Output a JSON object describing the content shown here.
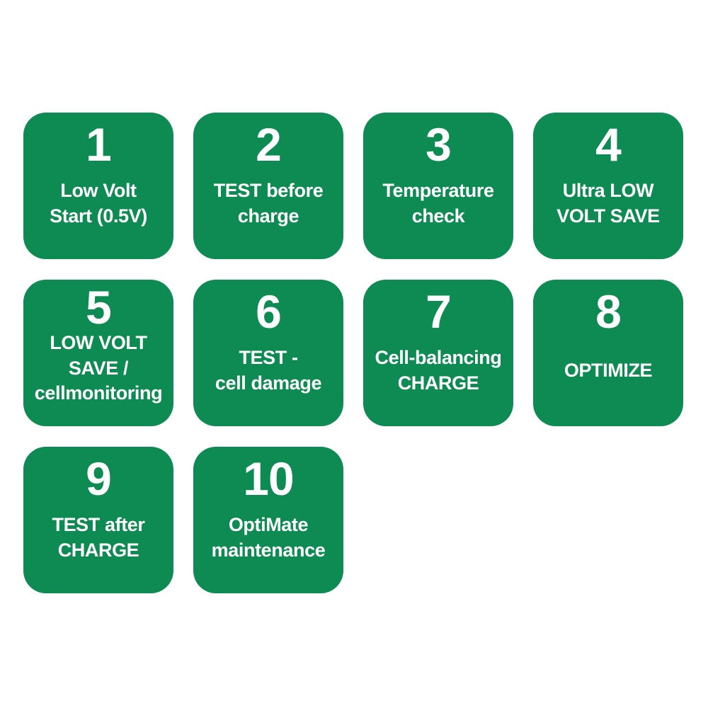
{
  "page": {
    "background_color": "#ffffff",
    "description": "Ten-step battery charger program diagram"
  },
  "theme": {
    "card_color": "#0d8b52",
    "text_color": "#ffffff"
  },
  "steps": [
    {
      "number": "1",
      "label": "Low Volt\nStart (0.5V)"
    },
    {
      "number": "2",
      "label": "TEST before\ncharge"
    },
    {
      "number": "3",
      "label": "Temperature\ncheck"
    },
    {
      "number": "4",
      "label": "Ultra LOW\nVOLT SAVE"
    },
    {
      "number": "5",
      "label": "LOW VOLT\nSAVE /\ncellmonitoring"
    },
    {
      "number": "6",
      "label": "TEST -\ncell damage"
    },
    {
      "number": "7",
      "label": "Cell-balancing\nCHARGE"
    },
    {
      "number": "8",
      "label": "OPTIMIZE"
    },
    {
      "number": "9",
      "label": "TEST after\nCHARGE"
    },
    {
      "number": "10",
      "label": "OptiMate\nmaintenance"
    }
  ]
}
